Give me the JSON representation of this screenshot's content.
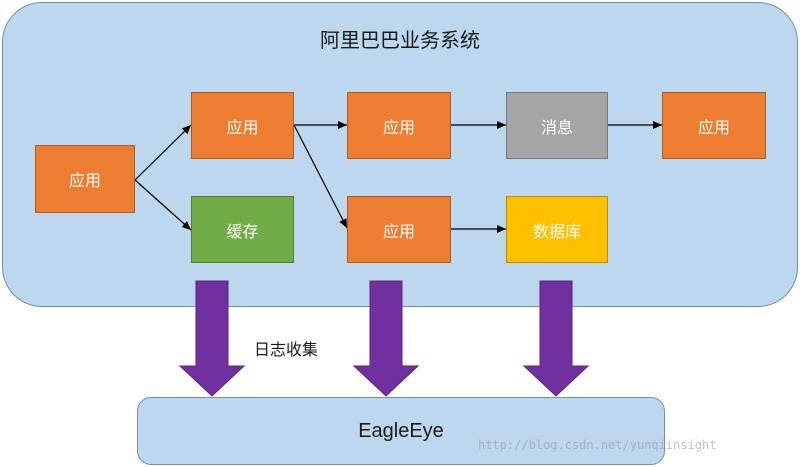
{
  "system": {
    "title": "阿里巴巴业务系统"
  },
  "nodes": {
    "app_left": "应用",
    "app_top1": "应用",
    "app_top2": "应用",
    "message": "消息",
    "app_top4": "应用",
    "cache": "缓存",
    "app_bottom": "应用",
    "database": "数据库"
  },
  "log_collection_label": "日志收集",
  "eagleeye": {
    "label": "EagleEye"
  },
  "watermark": "http://blog.csdn.net/yunqiinsight",
  "colors": {
    "panel": "#bdd7ee",
    "app": "#ed7d31",
    "cache": "#70ad47",
    "message": "#a5a5a5",
    "database": "#ffc000",
    "collect_arrow": "#7030a0"
  }
}
